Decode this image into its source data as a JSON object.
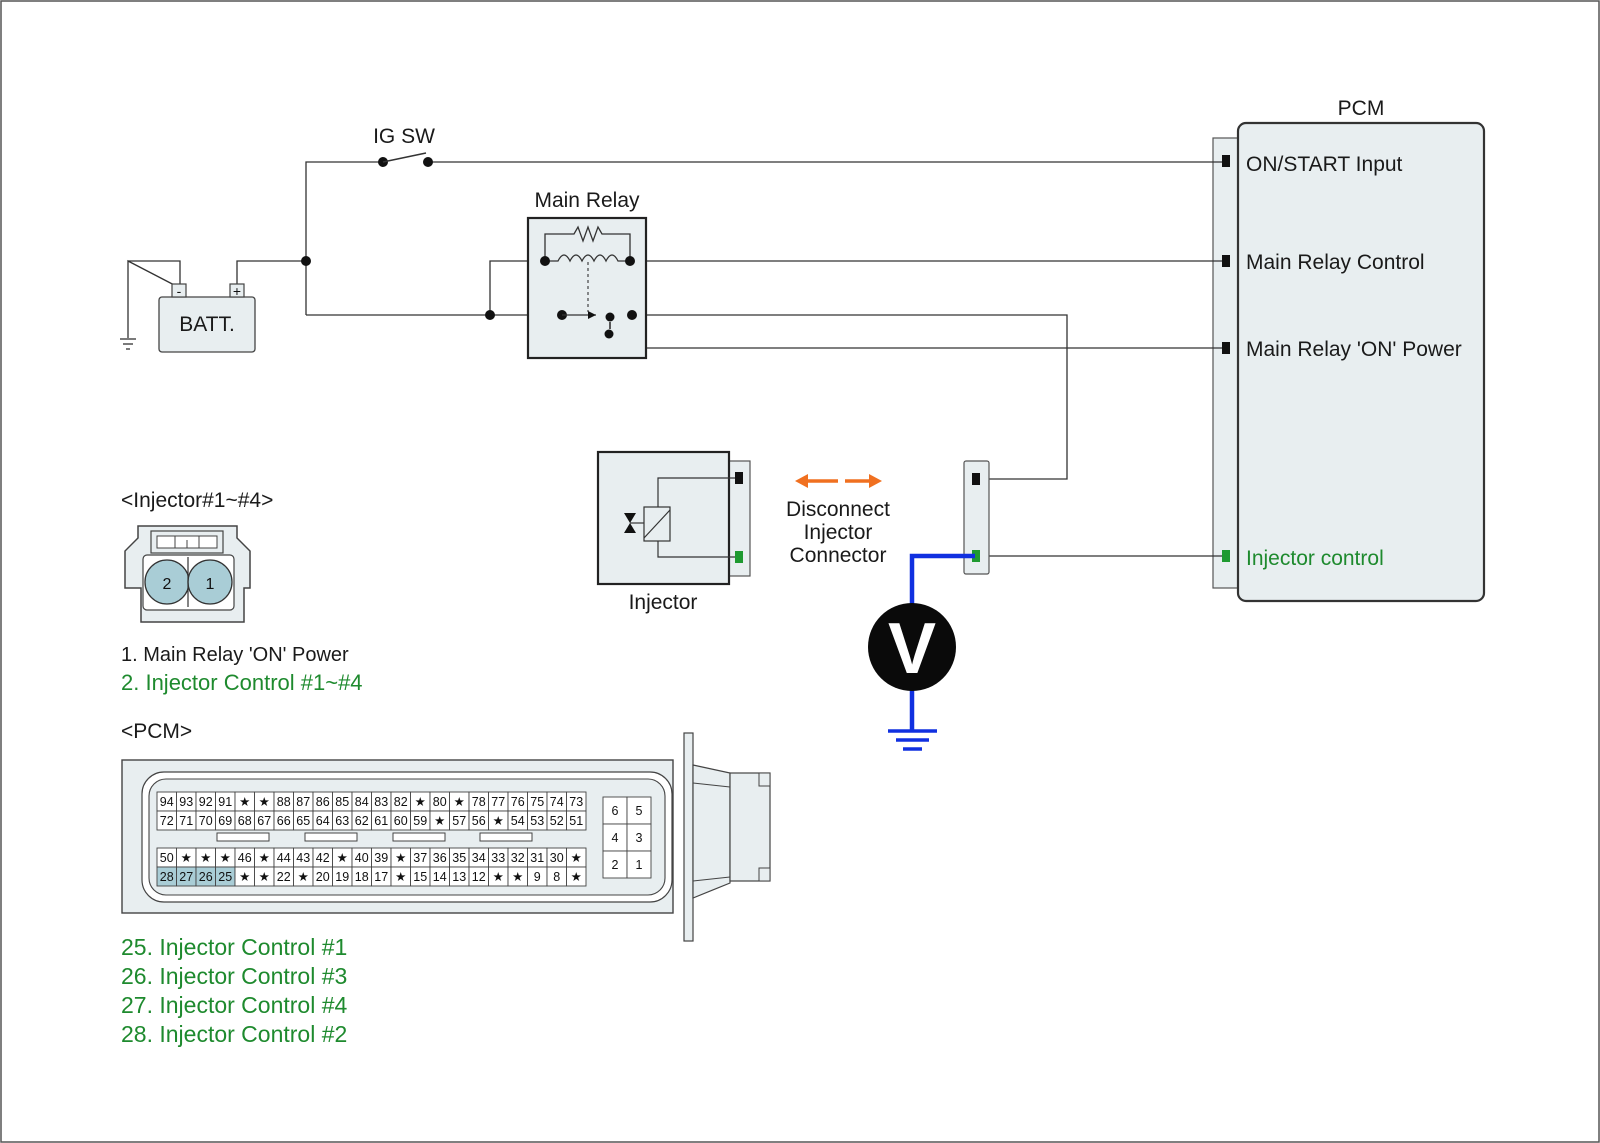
{
  "labels": {
    "ig_sw": "IG SW",
    "battery": "BATT.",
    "battery_minus": "-",
    "battery_plus": "+",
    "main_relay": "Main Relay",
    "pcm_title": "PCM",
    "pcm_on_start": "ON/START Input",
    "pcm_main_relay_control": "Main Relay Control",
    "pcm_main_relay_on_power": "Main Relay 'ON' Power",
    "pcm_injector_control": "Injector control",
    "injector": "Injector",
    "disconnect_line1": "Disconnect",
    "disconnect_line2": "Injector",
    "disconnect_line3": "Connector",
    "voltmeter": "V"
  },
  "injector_connector": {
    "title": "<Injector#1~#4>",
    "pins": [
      "2",
      "1"
    ],
    "legend": [
      {
        "text": "1. Main Relay 'ON' Power",
        "color": "#1a1a1a"
      },
      {
        "text": "2. Injector Control #1~#4",
        "color": "#1e8a2e"
      }
    ]
  },
  "pcm_connector": {
    "title": "<PCM>",
    "rows": [
      [
        "94",
        "93",
        "92",
        "91",
        "★",
        "★",
        "88",
        "87",
        "86",
        "85",
        "84",
        "83",
        "82",
        "★",
        "80",
        "★",
        "78",
        "77",
        "76",
        "75",
        "74",
        "73"
      ],
      [
        "72",
        "71",
        "70",
        "69",
        "68",
        "67",
        "66",
        "65",
        "64",
        "63",
        "62",
        "61",
        "60",
        "59",
        "★",
        "57",
        "56",
        "★",
        "54",
        "53",
        "52",
        "51"
      ],
      [
        "50",
        "★",
        "★",
        "★",
        "46",
        "★",
        "44",
        "43",
        "42",
        "★",
        "40",
        "39",
        "★",
        "37",
        "36",
        "35",
        "34",
        "33",
        "32",
        "31",
        "30",
        "★"
      ],
      [
        "28",
        "27",
        "26",
        "25",
        "★",
        "★",
        "22",
        "★",
        "20",
        "19",
        "18",
        "17",
        "★",
        "15",
        "14",
        "13",
        "12",
        "★",
        "★",
        "9",
        "8",
        "★"
      ]
    ],
    "highlighted_pins": [
      "25",
      "26",
      "27",
      "28"
    ],
    "small_block": [
      [
        "6",
        "5"
      ],
      [
        "4",
        "3"
      ],
      [
        "2",
        "1"
      ]
    ],
    "legend": [
      "25. Injector Control  #1",
      "26. Injector Control  #3",
      "27. Injector Control  #4",
      "28. Injector Control  #2"
    ]
  },
  "colors": {
    "wire": "#333333",
    "measure_wire": "#1030e0",
    "highlight_text": "#1e8a2e",
    "disconnect_arrow": "#f07020",
    "box_fill": "#e8eef0",
    "pin_highlight": "#a9cdd6",
    "terminal": "#111111",
    "terminal_green": "#1e9a30"
  }
}
